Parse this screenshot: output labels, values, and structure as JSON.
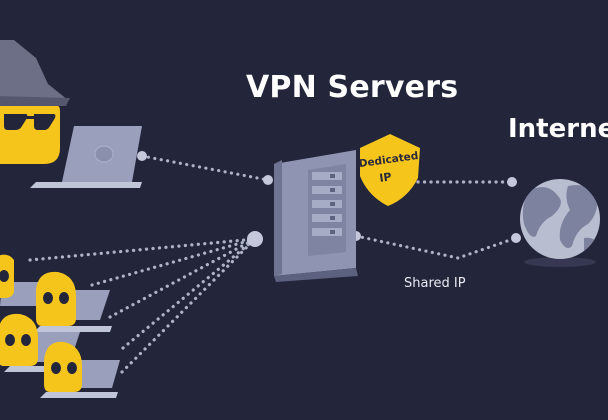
{
  "title": "VPN Servers",
  "internet_label": "Interne",
  "shared_ip_label": "Shared IP",
  "dedicated_ip_badge": {
    "line1": "Dedicated",
    "line2": "IP"
  },
  "colors": {
    "background": "#23253a",
    "accent_yellow": "#f6c51c",
    "laptop": "#9aa0bc",
    "server": "#8e94b2",
    "globe": "#b9bdd0",
    "dotted_line": "#aeb3c8",
    "spy_hat": "#6c6f86"
  },
  "icons": [
    "spy-hacker-icon",
    "laptop-icon",
    "server-icon",
    "shield-badge-icon",
    "globe-icon",
    "user-ghost-icon"
  ]
}
